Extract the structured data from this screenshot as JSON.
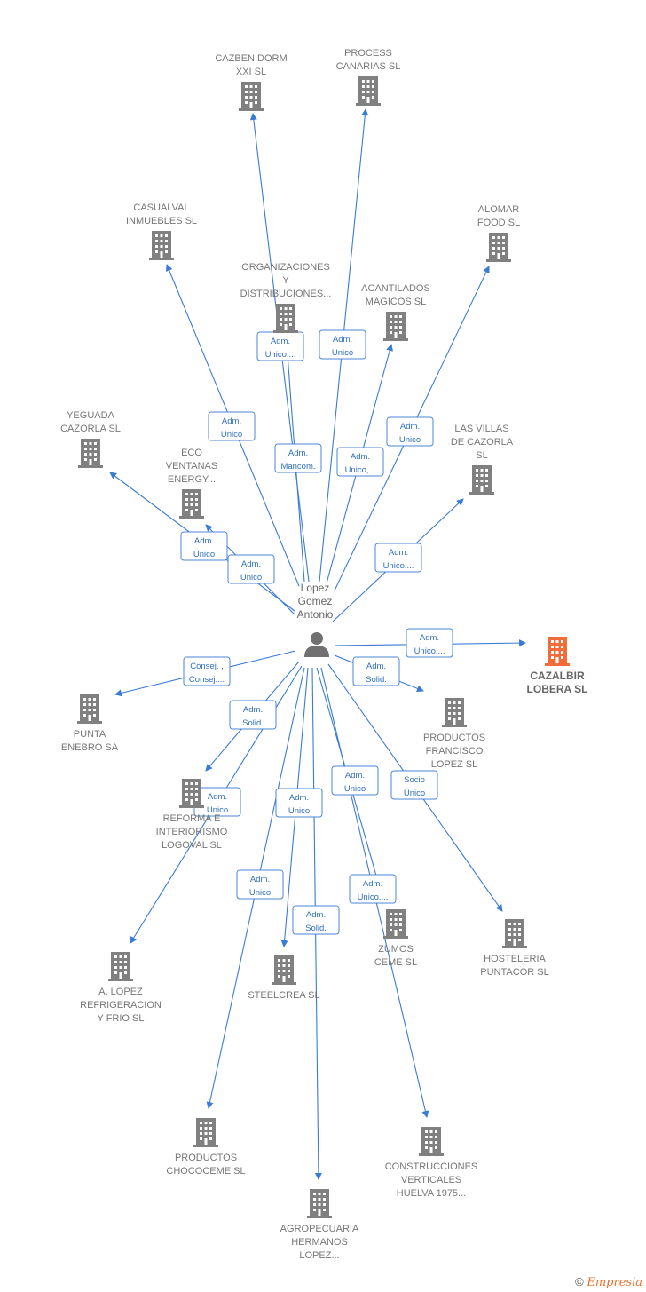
{
  "colors": {
    "edge": "#3a7bd5",
    "building": "#808080",
    "building_highlight": "#f26c3a",
    "person": "#707070"
  },
  "person": {
    "name_lines": [
      "Lopez",
      "Gomez",
      "Antonio"
    ],
    "icon": "person-icon"
  },
  "companies": [
    {
      "id": "cazbenidorm",
      "lines": [
        "CAZBENIDORM",
        "XXI  SL"
      ],
      "icon": "building-icon"
    },
    {
      "id": "process",
      "lines": [
        "PROCESS",
        "CANARIAS  SL"
      ],
      "icon": "building-icon"
    },
    {
      "id": "casualval",
      "lines": [
        "CASUALVAL",
        "INMUEBLES  SL"
      ],
      "icon": "building-icon"
    },
    {
      "id": "alomar",
      "lines": [
        "ALOMAR",
        "FOOD  SL"
      ],
      "icon": "building-icon"
    },
    {
      "id": "organizaciones",
      "lines": [
        "ORGANIZACIONES",
        "Y",
        "DISTRIBUCIONES..."
      ],
      "icon": "building-icon"
    },
    {
      "id": "acantilados",
      "lines": [
        "ACANTILADOS",
        "MAGICOS  SL"
      ],
      "icon": "building-icon"
    },
    {
      "id": "yeguada",
      "lines": [
        "YEGUADA",
        "CAZORLA SL"
      ],
      "icon": "building-icon"
    },
    {
      "id": "eco",
      "lines": [
        "ECO",
        "VENTANAS",
        "ENERGY..."
      ],
      "icon": "building-icon"
    },
    {
      "id": "lasvillas",
      "lines": [
        "LAS VILLAS",
        "DE CAZORLA",
        "SL"
      ],
      "icon": "building-icon"
    },
    {
      "id": "cazalbir",
      "lines": [
        "CAZALBIR",
        "LOBERA  SL"
      ],
      "icon": "building-icon",
      "highlight": true
    },
    {
      "id": "punta",
      "lines": [
        "PUNTA",
        "ENEBRO SA"
      ],
      "icon": "building-icon"
    },
    {
      "id": "productosfl",
      "lines": [
        "PRODUCTOS",
        "FRANCISCO",
        "LOPEZ  SL"
      ],
      "icon": "building-icon"
    },
    {
      "id": "reforma",
      "lines": [
        "REFORMA E",
        "INTERIORISMO",
        "LOGOVAL  SL"
      ],
      "icon": "building-icon"
    },
    {
      "id": "alopez",
      "lines": [
        "A.  LOPEZ",
        "REFRIGERACION",
        "Y FRIO SL"
      ],
      "icon": "building-icon"
    },
    {
      "id": "steelcrea",
      "lines": [
        "STEELCREA SL"
      ],
      "icon": "building-icon"
    },
    {
      "id": "zumos",
      "lines": [
        "ZUMOS",
        "CEME SL"
      ],
      "icon": "building-icon"
    },
    {
      "id": "hosteleria",
      "lines": [
        "HOSTELERIA",
        "PUNTACOR  SL"
      ],
      "icon": "building-icon"
    },
    {
      "id": "chococeme",
      "lines": [
        "PRODUCTOS",
        "CHOCOCEME SL"
      ],
      "icon": "building-icon"
    },
    {
      "id": "construcciones",
      "lines": [
        "CONSTRUCCIONES",
        "VERTICALES",
        "HUELVA 1975..."
      ],
      "icon": "building-icon"
    },
    {
      "id": "agropecuaria",
      "lines": [
        "AGROPECUARIA",
        "HERMANOS",
        "LOPEZ..."
      ],
      "icon": "building-icon"
    }
  ],
  "edges": [
    {
      "to": "cazbenidorm",
      "label": [
        "Adm.",
        "Unico,..."
      ]
    },
    {
      "to": "process",
      "label": [
        "Adm.",
        "Unico"
      ]
    },
    {
      "to": "casualval",
      "label": [
        "Adm.",
        "Unico"
      ]
    },
    {
      "to": "alomar",
      "label": [
        "Adm.",
        "Unico"
      ]
    },
    {
      "to": "organizaciones",
      "label": [
        "Adm.",
        "Mancom."
      ]
    },
    {
      "to": "acantilados",
      "label": [
        "Adm.",
        "Unico,..."
      ]
    },
    {
      "to": "yeguada",
      "label": [
        "Adm.",
        "Unico"
      ]
    },
    {
      "to": "eco",
      "label": [
        "Adm.",
        "Unico"
      ]
    },
    {
      "to": "lasvillas",
      "label": [
        "Adm.",
        "Unico,..."
      ]
    },
    {
      "to": "cazalbir",
      "label": [
        "Adm.",
        "Unico,..."
      ]
    },
    {
      "to": "punta",
      "label": [
        "Consej. ,",
        "Consej...."
      ]
    },
    {
      "to": "productosfl",
      "label": [
        "Adm.",
        "Solid."
      ]
    },
    {
      "to": "reforma",
      "label": [
        "Adm.",
        "Solid."
      ]
    },
    {
      "to": "alopez",
      "label": [
        "Adm.",
        "Unico"
      ]
    },
    {
      "to": "steelcrea",
      "label": [
        "Adm.",
        "Unico"
      ]
    },
    {
      "to": "zumos",
      "label": [
        "Adm.",
        "Unico"
      ]
    },
    {
      "to": "hosteleria",
      "label": [
        "Socio",
        "Único"
      ]
    },
    {
      "to": "chococeme",
      "label": [
        "Adm.",
        "Unico"
      ]
    },
    {
      "to": "construcciones",
      "label": [
        "Adm.",
        "Unico,..."
      ]
    },
    {
      "to": "agropecuaria",
      "label": [
        "Adm.",
        "Solid."
      ]
    }
  ],
  "footer": {
    "copyright": "©",
    "brand": "Empresia"
  }
}
